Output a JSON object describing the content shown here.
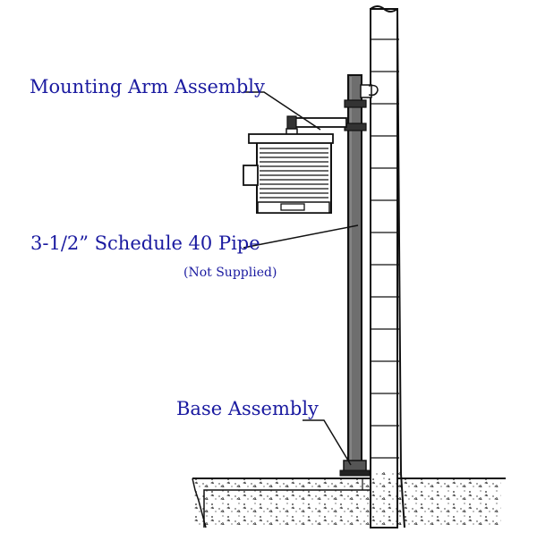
{
  "labels": {
    "mounting_arm": "Mounting Arm Assembly",
    "pipe": "3-1/2” Schedule 40 Pipe",
    "not_supplied": "(Not Supplied)",
    "base": "Base Assembly"
  },
  "colors": {
    "label_text": "#1a1aa0",
    "line_art": "#111111",
    "pipe_fill": "#6e6e6e",
    "background": "#ffffff"
  }
}
